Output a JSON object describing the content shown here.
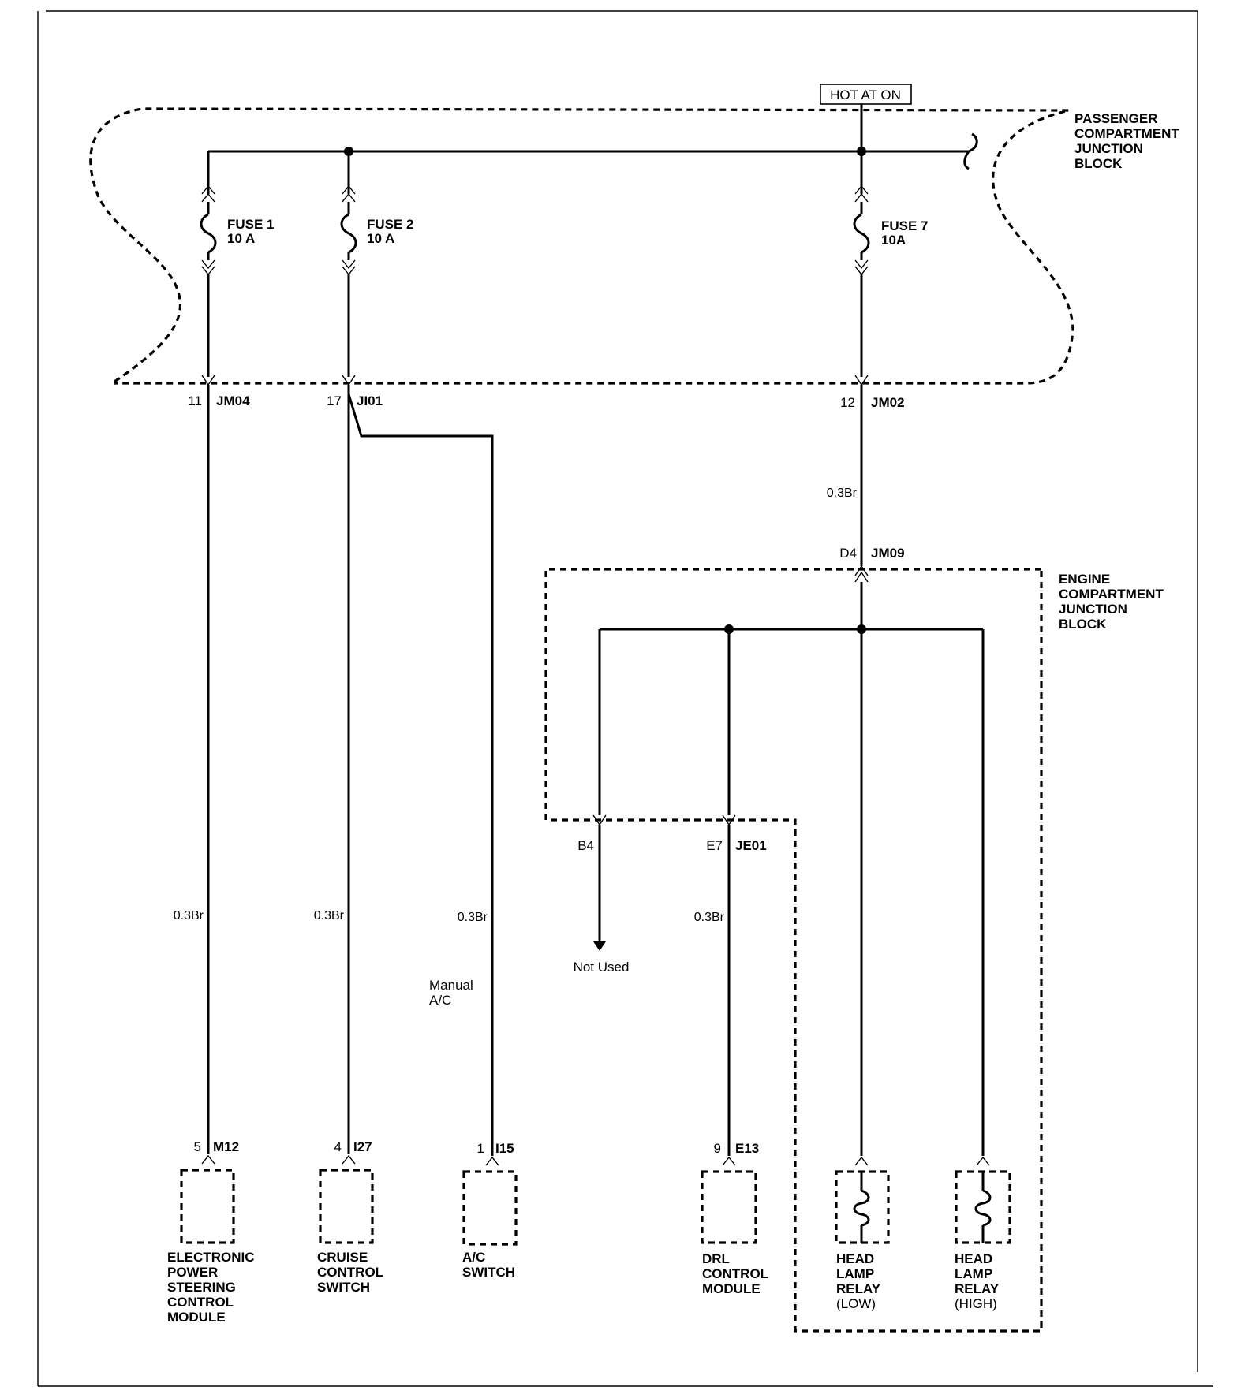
{
  "source": {
    "hot_label": "HOT AT ON"
  },
  "blocks": {
    "passenger": [
      "PASSENGER",
      "COMPARTMENT",
      "JUNCTION",
      "BLOCK"
    ],
    "engine": [
      "ENGINE",
      "COMPARTMENT",
      "JUNCTION",
      "BLOCK"
    ]
  },
  "fuses": [
    {
      "name": "FUSE 1",
      "rating": "10 A"
    },
    {
      "name": "FUSE 2",
      "rating": "10 A"
    },
    {
      "name": "FUSE 7",
      "rating": "10A"
    }
  ],
  "connectors": {
    "jm04": {
      "pin": "11",
      "id": "JM04"
    },
    "ji01": {
      "pin": "17",
      "id": "JI01"
    },
    "jm02": {
      "pin": "12",
      "id": "JM02"
    },
    "jm09": {
      "pin": "D4",
      "id": "JM09"
    },
    "b4": {
      "pin": "B4"
    },
    "je01": {
      "pin": "E7",
      "id": "JE01"
    },
    "m12": {
      "pin": "5",
      "id": "M12"
    },
    "i27": {
      "pin": "4",
      "id": "I27"
    },
    "i15": {
      "pin": "1",
      "id": "I15"
    },
    "e13": {
      "pin": "9",
      "id": "E13"
    }
  },
  "wire_labels": {
    "w1": "0.3Br",
    "w2": "0.3Br",
    "w3": "0.3Br",
    "w4": "0.3Br",
    "w5": "0.3Br"
  },
  "notes": {
    "manual_ac": [
      "Manual",
      "A/C"
    ],
    "not_used": "Not Used"
  },
  "components": {
    "eps": [
      "ELECTRONIC",
      "POWER",
      "STEERING",
      "CONTROL",
      "MODULE"
    ],
    "cruise": [
      "CRUISE",
      "CONTROL",
      "SWITCH"
    ],
    "ac": [
      "A/C",
      "SWITCH"
    ],
    "drl": [
      "DRL",
      "CONTROL",
      "MODULE"
    ],
    "hl_low": [
      "HEAD",
      "LAMP",
      "RELAY",
      "(LOW)"
    ],
    "hl_high": [
      "HEAD",
      "LAMP",
      "RELAY",
      "(HIGH)"
    ]
  }
}
